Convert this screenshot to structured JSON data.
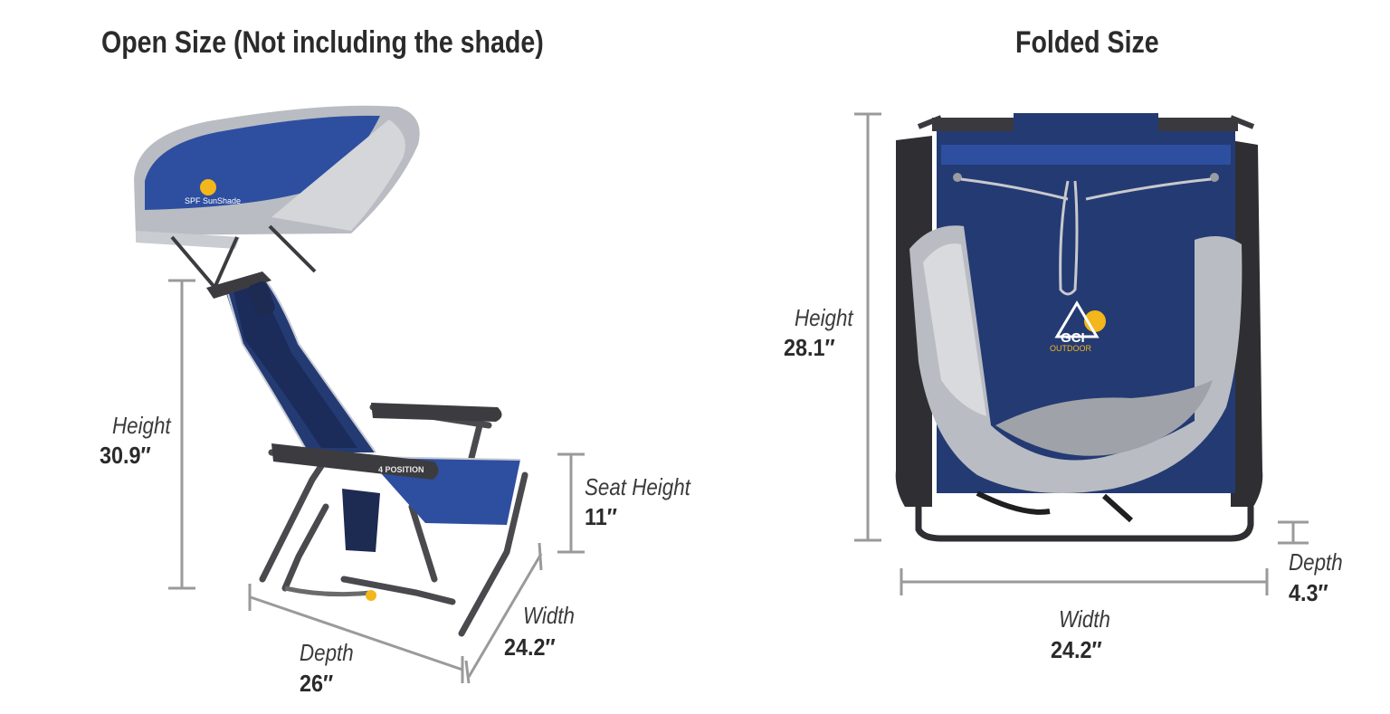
{
  "titles": {
    "open": "Open Size (Not including the shade)",
    "folded": "Folded Size"
  },
  "open_size": {
    "height_label": "Height",
    "height_value": "30.9″",
    "seat_height_label": "Seat Height",
    "seat_height_value": "11″",
    "depth_label": "Depth",
    "depth_value": "26″",
    "width_label": "Width",
    "width_value": "24.2″"
  },
  "folded_size": {
    "height_label": "Height",
    "height_value": "28.1″",
    "width_label": "Width",
    "width_value": "24.2″",
    "depth_label": "Depth",
    "depth_value": "4.3″"
  },
  "chair": {
    "shade_logo_text": "SPF SunShade",
    "armrest_text": "4 POSITION",
    "brand_top": "GCI",
    "brand_bottom": "OUTDOOR"
  },
  "colors": {
    "fabric_navy": "#243a73",
    "fabric_blue": "#2e4fa0",
    "shade_gray": "#b9bcc2",
    "frame_gray": "#4a4a4e",
    "dimension_line": "#9a9a9a",
    "sun_yellow": "#f3b71b"
  }
}
